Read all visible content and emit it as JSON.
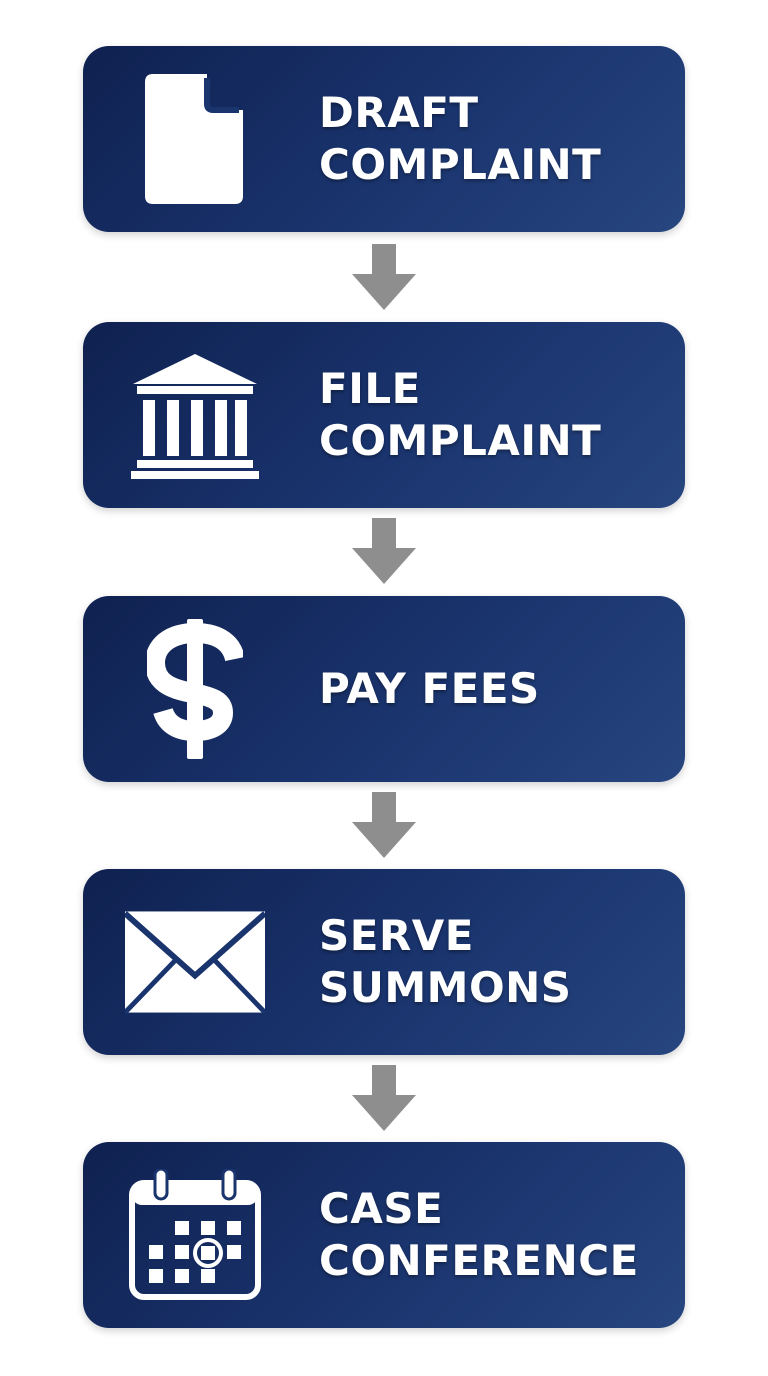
{
  "flow": {
    "steps": [
      {
        "lines": [
          "DRAFT",
          "COMPLAINT"
        ],
        "icon": "document-icon"
      },
      {
        "lines": [
          "FILE",
          "COMPLAINT"
        ],
        "icon": "courthouse-icon"
      },
      {
        "lines": [
          "PAY FEES"
        ],
        "icon": "dollar-icon"
      },
      {
        "lines": [
          "SERVE",
          "SUMMONS"
        ],
        "icon": "envelope-icon"
      },
      {
        "lines": [
          "CASE",
          "CONFERENCE"
        ],
        "icon": "calendar-icon"
      }
    ],
    "colors": {
      "box": "#1a346e",
      "arrow": "#8e8e8e",
      "text": "#ffffff"
    }
  }
}
